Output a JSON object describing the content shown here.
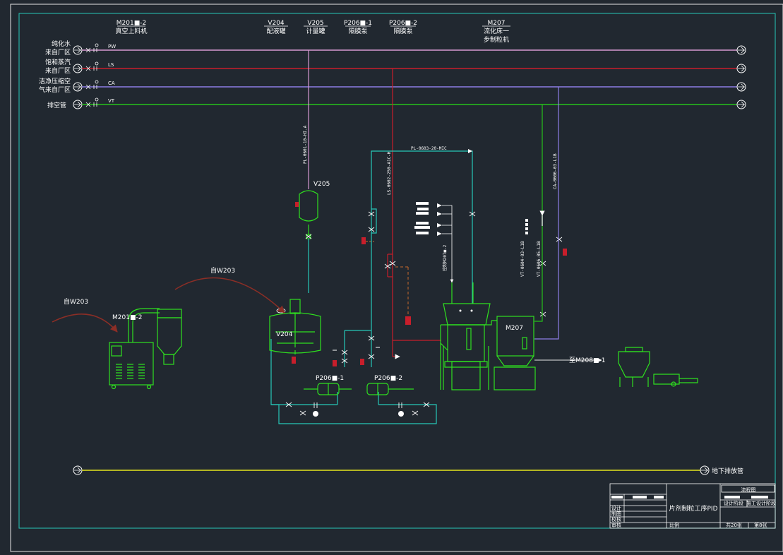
{
  "colors": {
    "background": "#212830",
    "frame": "#e6e6e6",
    "border": "#27c7b8",
    "pw": "#d79ad2",
    "ls": "#c81e2b",
    "ca": "#8e7ee6",
    "vt": "#27c21b",
    "pl": "#27c7b8",
    "equipment": "#2fe01f",
    "drain": "#e6e61e",
    "arrow": "#8c2e26"
  },
  "equipment_tags": [
    {
      "tag": "M201■-2",
      "name": "真空上料机"
    },
    {
      "tag": "V204",
      "name": "配液罐"
    },
    {
      "tag": "V205",
      "name": "计量罐"
    },
    {
      "tag": "P206■-1",
      "name": "隔膜泵"
    },
    {
      "tag": "P206■-2",
      "name": "隔膜泵"
    },
    {
      "tag": "M207",
      "name": "流化床一",
      "name2": "步制粒机"
    }
  ],
  "utility_lines": [
    {
      "code": "PW",
      "label1": "纯化水",
      "label2": "来自厂区"
    },
    {
      "code": "LS",
      "label1": "饱和蒸汽",
      "label2": "来自厂区"
    },
    {
      "code": "CA",
      "label1": "洁净压缩空",
      "label2": "气来自厂区"
    },
    {
      "code": "VT",
      "label1": "排空管",
      "label2": ""
    }
  ],
  "pipe_labels": {
    "pl_vertical": "PL-0601-10-HI.A",
    "pl_horizontal": "PL-0603-20-MIC",
    "ls_vertical": "LS-0602-250-A1C-H",
    "ca_vertical": "CA-0606-03-L1B",
    "vt_vertical_1": "VT-0604-03-L1B",
    "vt_vertical_2": "VT-0606-05-L1B",
    "m207_tag_vertical": "控制M207■-2"
  },
  "device_labels": {
    "v205": "V205",
    "v204": "V204",
    "p206_1": "P206■-1",
    "p206_2": "P206■-2",
    "m201": "M201■-2",
    "m207": "M207",
    "from_w203_a": "自W203",
    "from_w203_b": "自W203",
    "to_m208": "至M208■-1",
    "drain": "地下排放管"
  },
  "title_block": {
    "drawing_title": "片剂制粒工序PID",
    "stage": "流程图",
    "phase_1": "设计阶段",
    "phase_2": "施工设计阶段",
    "roles": [
      "设计",
      "制图",
      "校核",
      "审核"
    ],
    "scale": "比例",
    "sheets": "共20张",
    "sheet_no": "第8张"
  }
}
